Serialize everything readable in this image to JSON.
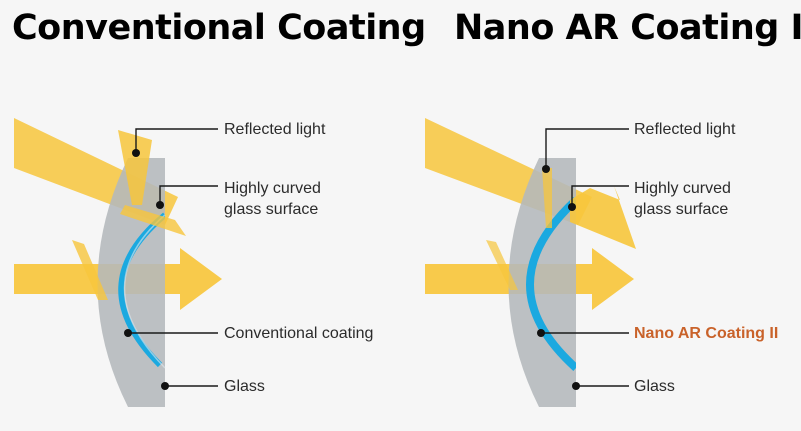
{
  "panels": [
    {
      "title": "Conventional Coating",
      "labels": {
        "reflected": "Reflected light",
        "curved_line1": "Highly curved",
        "curved_line2": "glass surface",
        "coating": "Conventional coating",
        "glass": "Glass"
      }
    },
    {
      "title": "Nano AR Coating II",
      "labels": {
        "reflected": "Reflected light",
        "curved_line1": "Highly curved",
        "curved_line2": "glass surface",
        "coating": "Nano AR Coating II",
        "glass": "Glass"
      }
    }
  ],
  "colors": {
    "background": "#f6f6f6",
    "light_beam": "#f7c63c",
    "glass": "#b4b8bc",
    "coating": "#1ba9e0",
    "accent_label": "#c9622a",
    "leader_line": "#1a1a1a"
  }
}
